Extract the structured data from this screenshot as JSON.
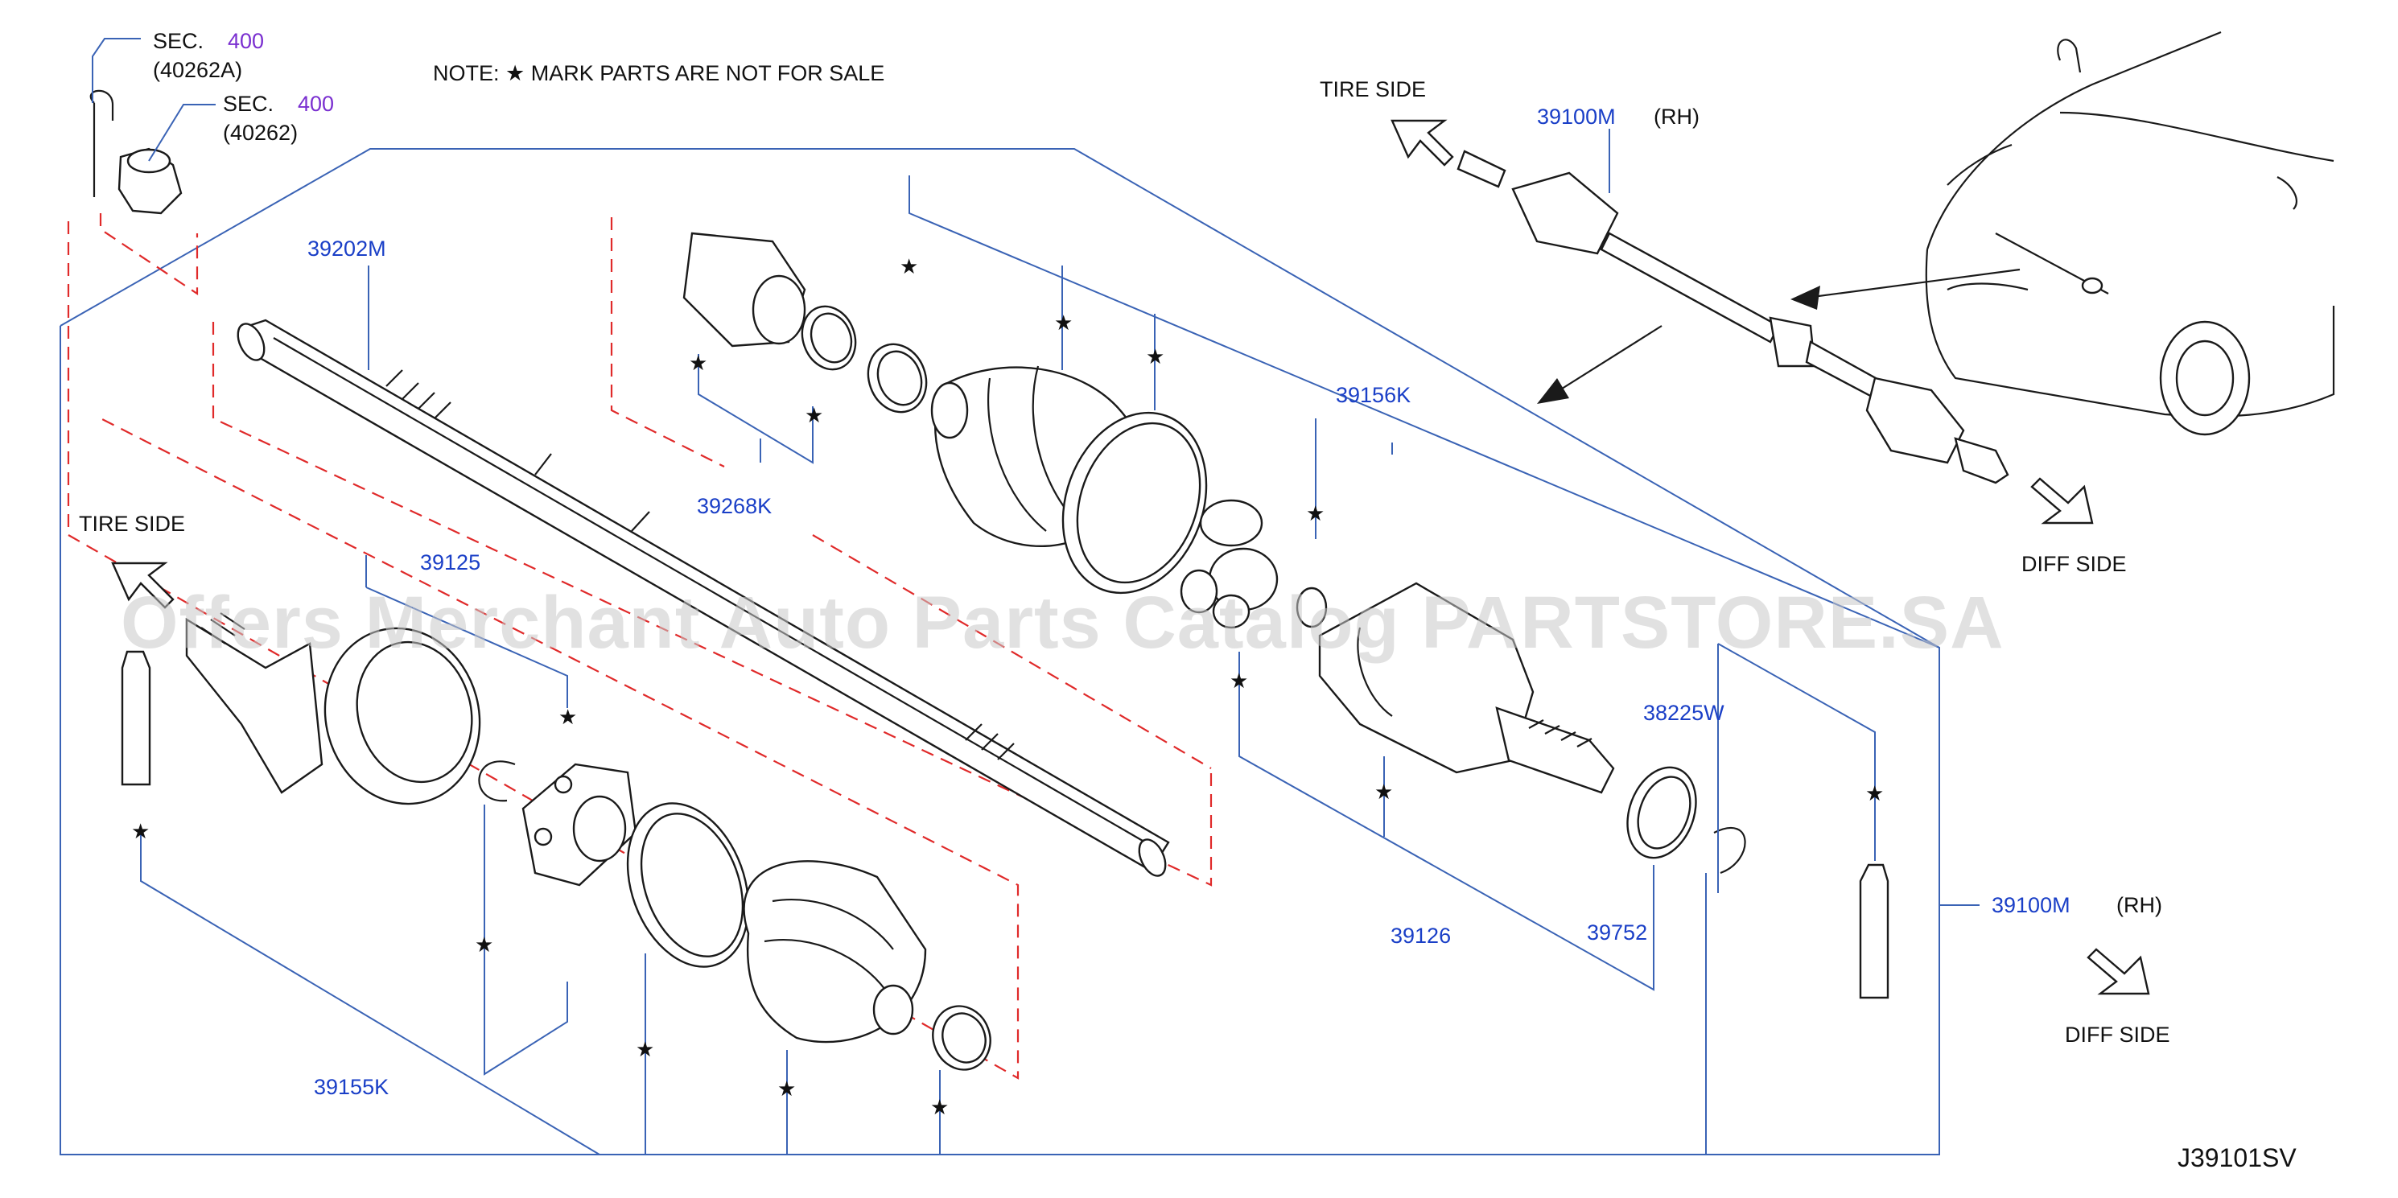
{
  "diagram_code": "J39101SV",
  "note": "NOTE:  ★ MARK  PARTS  ARE  NOT  FOR  SALE",
  "watermark": "Offers Merchant Auto Parts Catalog PARTSTORE.SA",
  "sec_refs": [
    {
      "label": "SEC.",
      "section": "400",
      "code": "(40262A)"
    },
    {
      "label": "SEC.",
      "section": "400",
      "code": "(40262)"
    }
  ],
  "directions": {
    "tire_side_top": "TIRE  SIDE",
    "tire_side_left": "TIRE  SIDE",
    "diff_side_top": "DIFF  SIDE",
    "diff_side_bottom": "DIFF  SIDE"
  },
  "part_numbers": {
    "axle_assembly_top": "39100M",
    "axle_assembly_top_side": "(RH)",
    "axle_assembly_right": "39100M",
    "axle_assembly_right_side": "(RH)",
    "shaft": "39202M",
    "outer_boot_kit": "39268K",
    "inner_boot_kit": "39156K",
    "outer_joint_kit": "39125",
    "outer_repair_kit": "39155K",
    "inner_housing": "39126",
    "dust_shield": "39752",
    "circlip": "38225W"
  },
  "star_mark": "★"
}
